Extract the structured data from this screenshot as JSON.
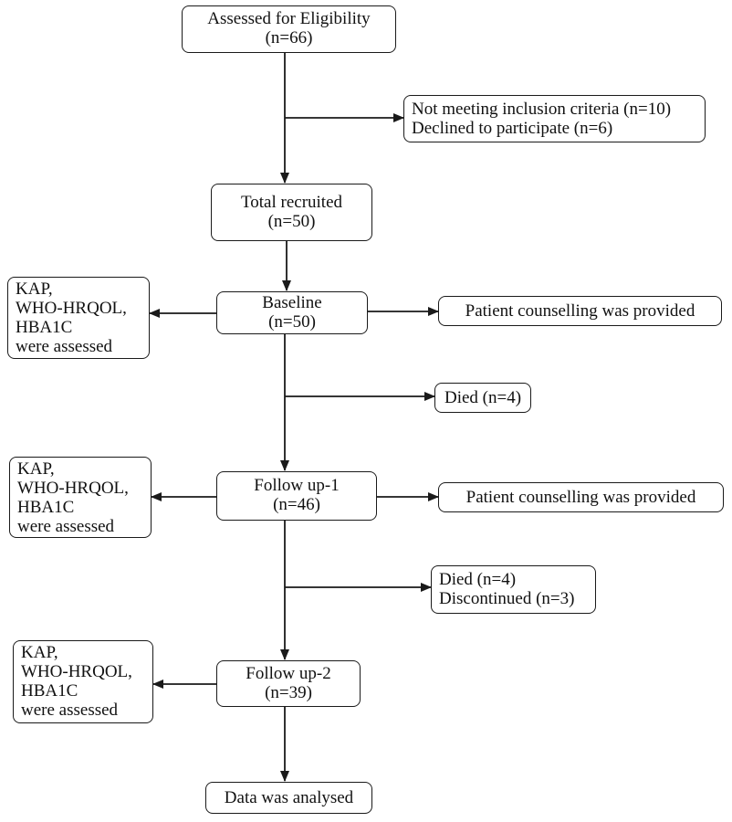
{
  "nodes": {
    "assessed": {
      "line1": "Assessed for Eligibility",
      "line2": "(n=66)"
    },
    "excluded": {
      "line1": "Not meeting inclusion criteria (n=10)",
      "line2": "Declined to participate (n=6)"
    },
    "recruited": {
      "line1": "Total recruited",
      "line2": "(n=50)"
    },
    "baseline": {
      "line1": "Baseline",
      "line2": "(n=50)"
    },
    "counsel_baseline": {
      "text": "Patient counselling was provided"
    },
    "assess_baseline": {
      "line1": "KAP,",
      "line2": "WHO-HRQOL,",
      "line3": "HBA1C",
      "line4": "were assessed"
    },
    "died_1": {
      "text": "Died (n=4)"
    },
    "followup1": {
      "line1": "Follow up-1",
      "line2": "(n=46)"
    },
    "counsel_followup1": {
      "text": "Patient counselling was provided"
    },
    "assess_followup1": {
      "line1": "KAP,",
      "line2": "WHO-HRQOL,",
      "line3": "HBA1C",
      "line4": "were assessed"
    },
    "lost_2": {
      "line1": "Died (n=4)",
      "line2": "Discontinued (n=3)"
    },
    "followup2": {
      "line1": "Follow up-2",
      "line2": "(n=39)"
    },
    "assess_followup2": {
      "line1": "KAP,",
      "line2": "WHO-HRQOL,",
      "line3": "HBA1C",
      "line4": "were assessed"
    },
    "analysed": {
      "text": "Data was analysed"
    }
  }
}
